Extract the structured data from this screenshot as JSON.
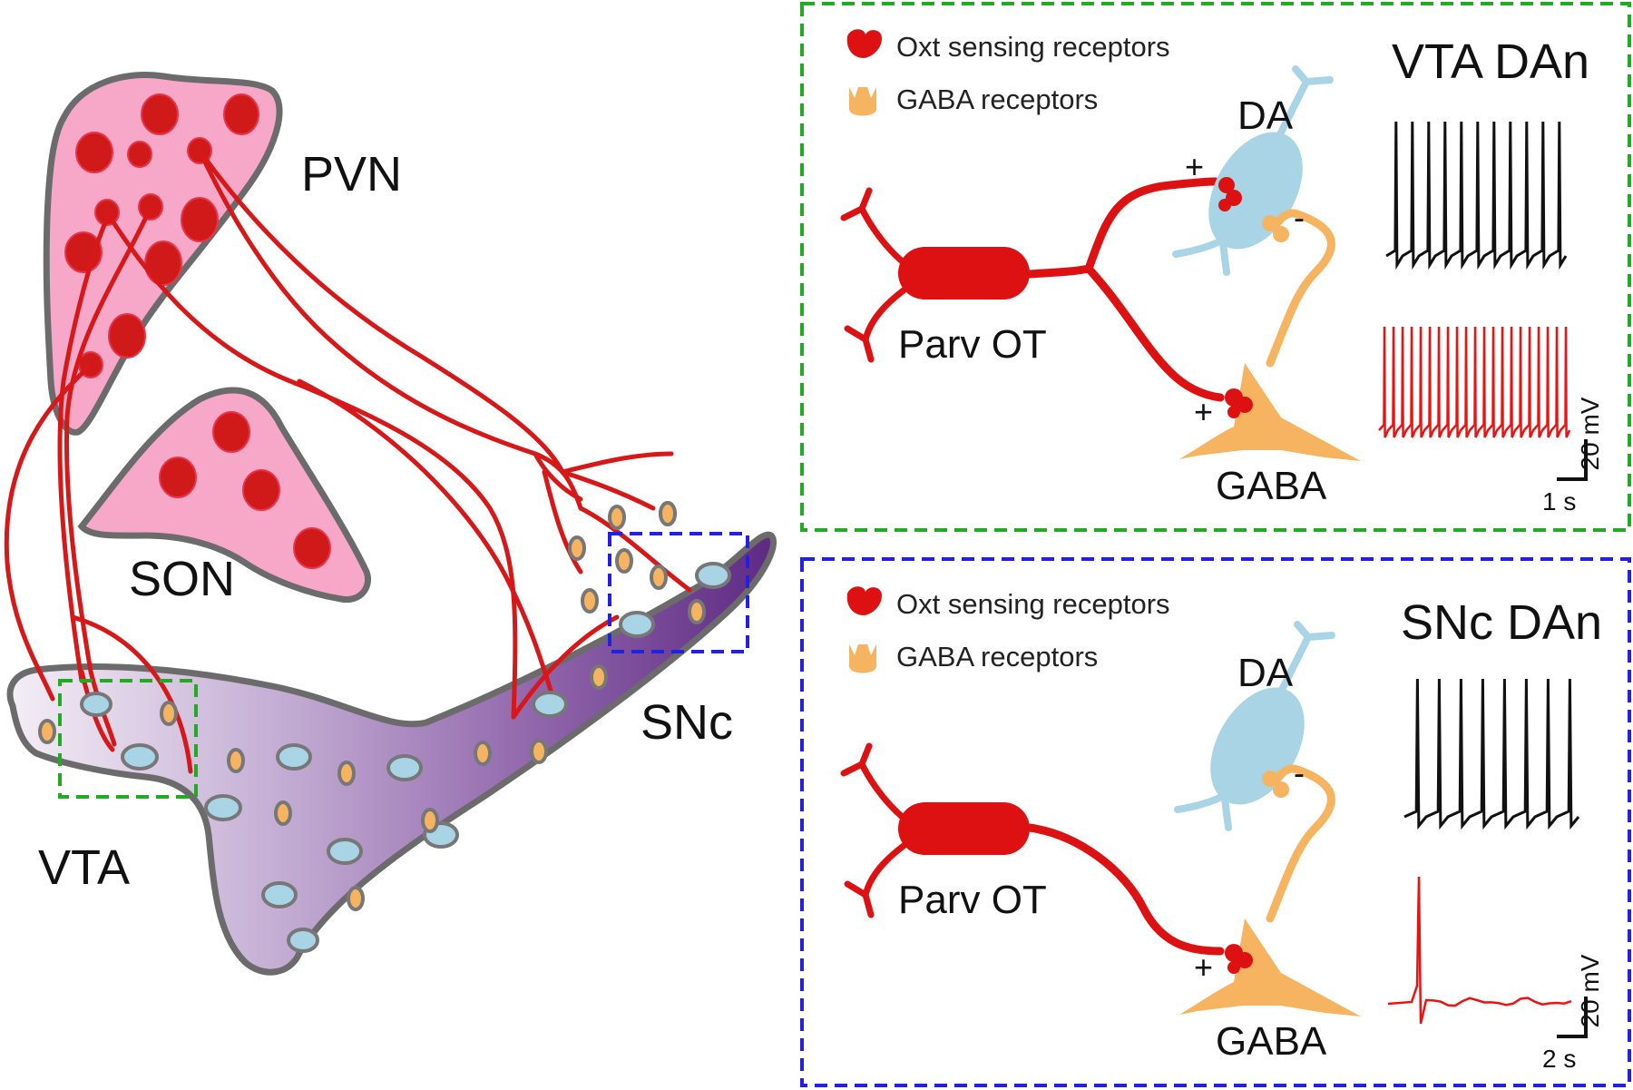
{
  "regions": {
    "pvn": "PVN",
    "son": "SON",
    "vta": "VTA",
    "snc": "SNc"
  },
  "panels": [
    {
      "title": "VTA DAn",
      "box_color": "#22aa22",
      "legend": [
        "Oxt sensing receptors",
        "GABA receptors"
      ],
      "cells": {
        "da": "DA",
        "gaba": "GABA",
        "source": "Parv OT"
      },
      "signs": {
        "da_input": "+",
        "gaba_input": "+",
        "gaba_to_da": "-"
      },
      "scale": {
        "voltage": "20 mV",
        "time": "1 s"
      }
    },
    {
      "title": "SNc DAn",
      "box_color": "#2222dd",
      "legend": [
        "Oxt sensing receptors",
        "GABA receptors"
      ],
      "cells": {
        "da": "DA",
        "gaba": "GABA",
        "source": "Parv OT"
      },
      "signs": {
        "gaba_input": "+",
        "gaba_to_da": "-"
      },
      "scale": {
        "voltage": "20 mV",
        "time": "2 s"
      }
    }
  ],
  "colors": {
    "oxt_neuron": "#dd1111",
    "pvn_fill": "#f7a8c8",
    "da_neuron": "#a9d4e6",
    "gaba_neuron": "#f6b461",
    "outline": "#6b6b6b"
  }
}
